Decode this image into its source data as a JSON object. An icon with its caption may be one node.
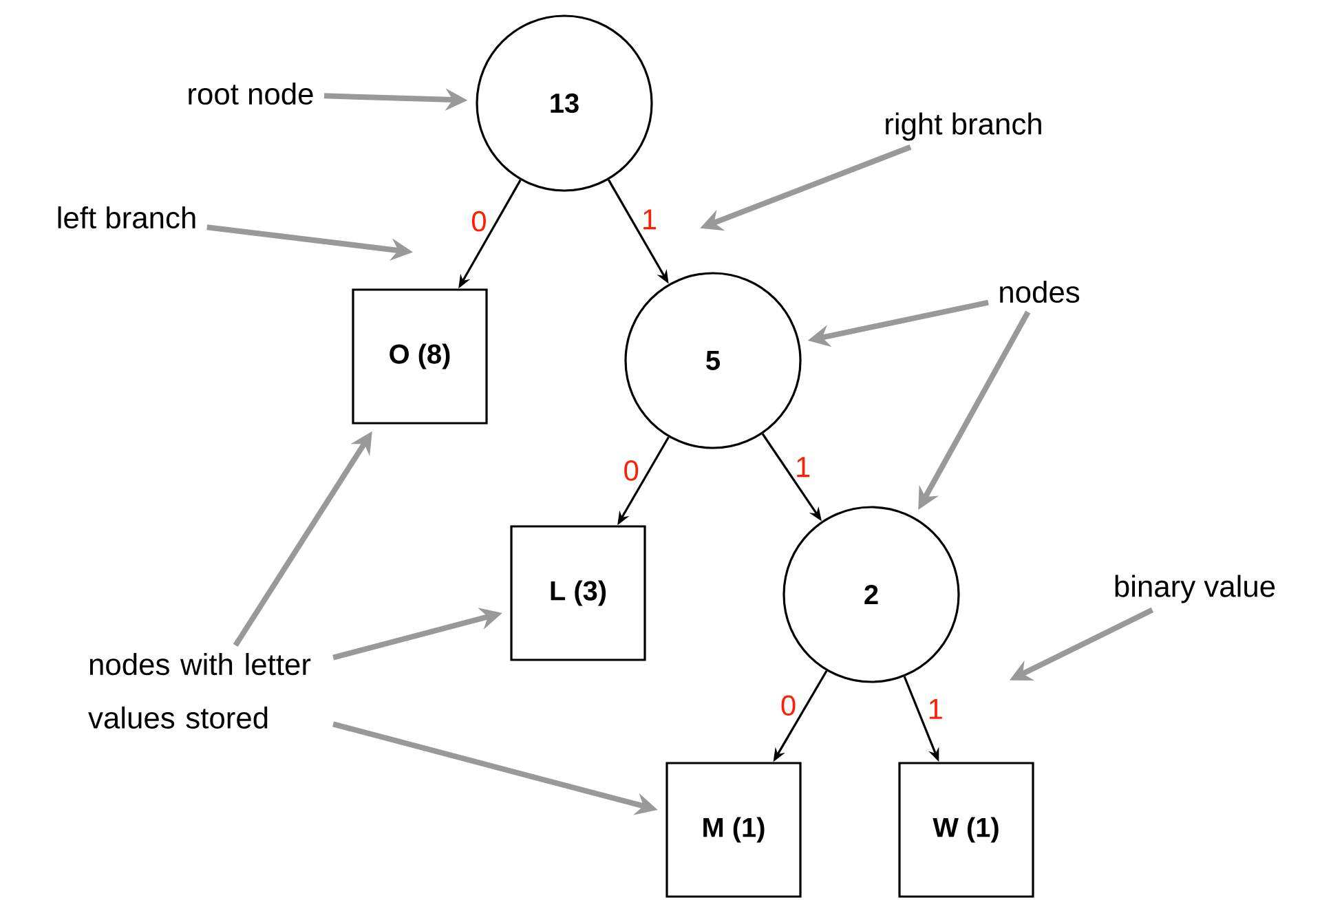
{
  "diagram": {
    "nodes": [
      {
        "text": [
          "13"
        ]
      },
      {
        "text": [
          "O (8)"
        ]
      },
      {
        "text": [
          "5"
        ]
      },
      {
        "text": [
          "L (3)"
        ]
      },
      {
        "text": [
          "2"
        ]
      },
      {
        "text": [
          "M (1)"
        ]
      },
      {
        "text": [
          "W (1)"
        ]
      },
      {
        "text": [
          "root node"
        ]
      },
      {
        "text": [
          "left branch"
        ]
      },
      {
        "text": [
          "right branch"
        ]
      },
      {
        "text": [
          "nodes"
        ]
      },
      {
        "text": [
          "binary value"
        ]
      },
      {
        "text": [
          "nodes with letter values stored"
        ]
      }
    ],
    "edges": [
      {
        "from": 0,
        "to": 1,
        "arrow": "to",
        "label": "0",
        "color": "#000000"
      },
      {
        "from": 0,
        "to": 2,
        "arrow": "to",
        "label": "1",
        "color": "#000000"
      },
      {
        "from": 2,
        "to": 3,
        "arrow": "to",
        "label": "0",
        "color": "#000000"
      },
      {
        "from": 2,
        "to": 4,
        "arrow": "to",
        "label": "1",
        "color": "#000000"
      },
      {
        "from": 4,
        "to": 5,
        "arrow": "to",
        "label": "0",
        "color": "#000000"
      },
      {
        "from": 4,
        "to": 6,
        "arrow": "to",
        "label": "1",
        "color": "#000000"
      },
      {
        "from": 7,
        "to": 0,
        "arrow": "to"
      },
      {
        "from": 8,
        "to": null,
        "arrow": "to"
      },
      {
        "from": 9,
        "to": null,
        "arrow": "to"
      },
      {
        "from": 10,
        "to": 2,
        "arrow": "to"
      },
      {
        "from": 10,
        "to": 4,
        "arrow": "to"
      },
      {
        "from": 11,
        "to": null,
        "arrow": "to"
      },
      {
        "from": 12,
        "to": 1,
        "arrow": "to"
      },
      {
        "from": 12,
        "to": 3,
        "arrow": "to"
      },
      {
        "from": 12,
        "to": 5,
        "arrow": "to"
      }
    ]
  }
}
